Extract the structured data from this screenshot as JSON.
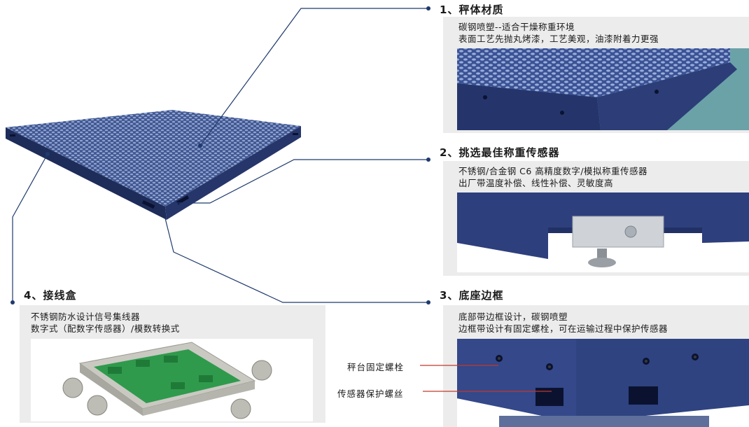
{
  "sections": [
    {
      "number": "1、",
      "title": "秤体材质",
      "lines": [
        "碳钢喷塑--适合干燥称重环境",
        "表面工艺先抛丸烤漆，工艺美观，油漆附着力更强"
      ]
    },
    {
      "number": "2、",
      "title": "挑选最佳称重传感器",
      "lines": [
        "不锈钢/合金钢 C6 高精度数字/模拟称重传感器",
        "出厂带温度补偿、线性补偿、灵敏度高"
      ]
    },
    {
      "number": "3、",
      "title": "底座边框",
      "lines": [
        "底部带边框设计，碳钢喷塑",
        "边框带设计有固定螺栓，可在运输过程中保护传感器"
      ]
    },
    {
      "number": "4、",
      "title": "接线盒",
      "lines": [
        "不锈钢防水设计信号集线器",
        "数字式（配数字传感器）/模数转换式"
      ]
    }
  ],
  "callouts": {
    "bolt": "秤台固定螺栓",
    "screw": "传感器保护螺丝"
  },
  "colors": {
    "steel_blue": "#2e3f78",
    "leader_line": "#1f3a6e",
    "callout_line": "#c0392b",
    "panel_bg": "#ececec"
  }
}
